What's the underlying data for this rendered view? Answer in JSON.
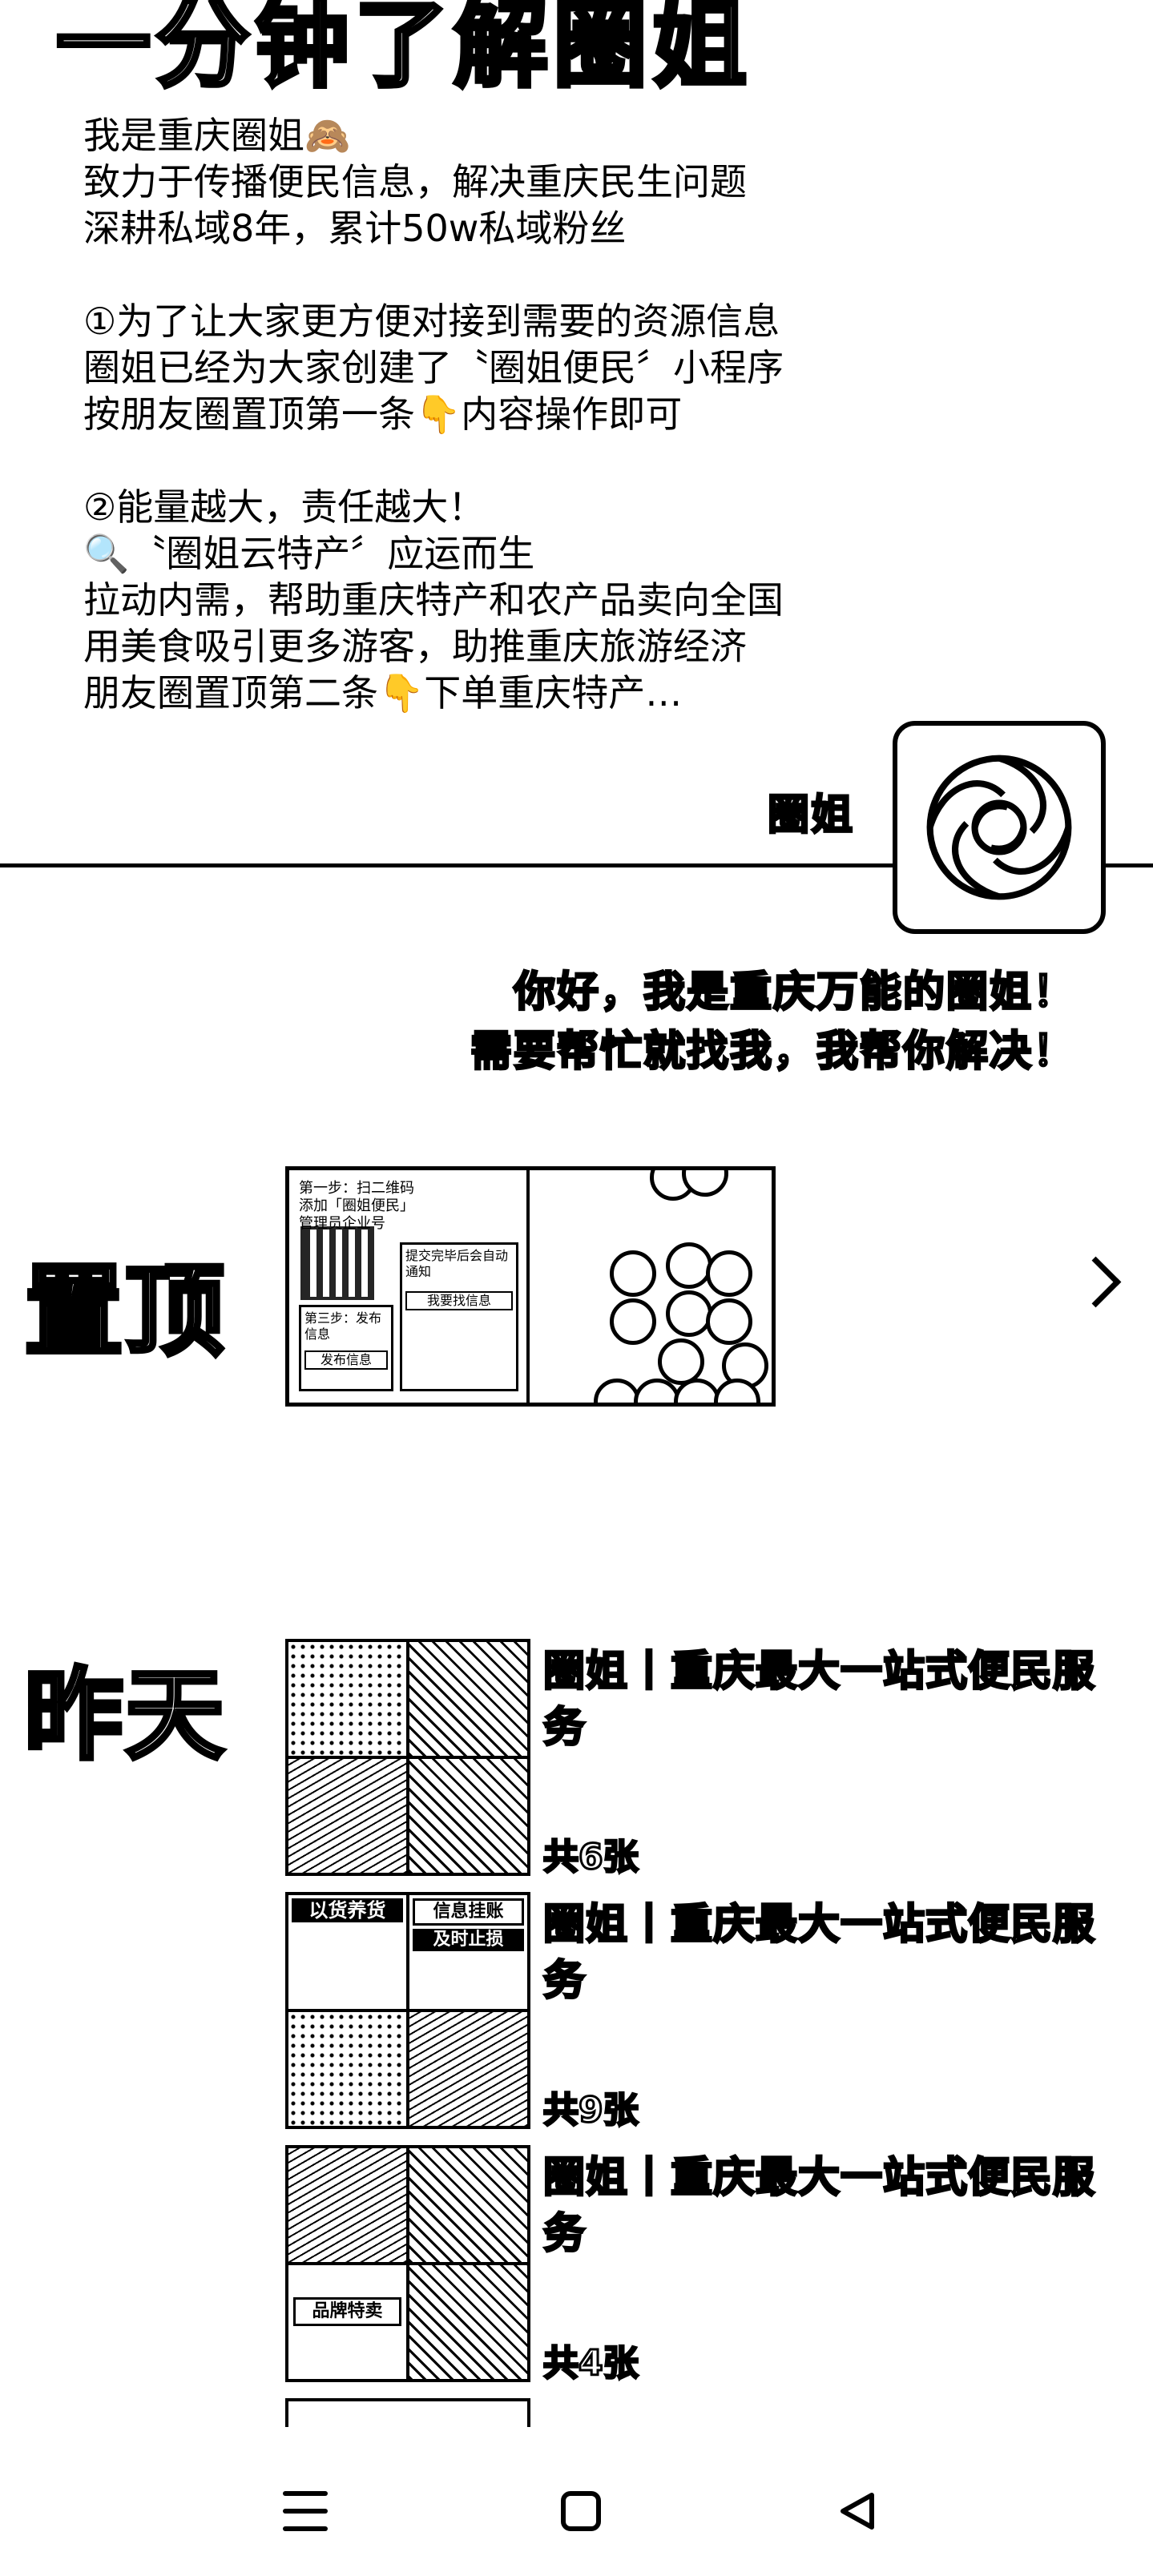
{
  "header": {
    "title": "一分钟了解圈姐"
  },
  "intro": {
    "lines": [
      "我是重庆圈姐🙈",
      "致力于传播便民信息，解决重庆民生问题",
      "深耕私域8年，累计50w私域粉丝",
      "",
      "①为了让大家更方便对接到需要的资源信息",
      "圈姐已经为大家创建了〝圈姐便民〞小程序",
      "按朋友圈置顶第一条👇内容操作即可",
      "",
      "②能量越大，责任越大！",
      "🔍〝圈姐云特产〞应运而生",
      "拉动内需，帮助重庆特产和农产品卖向全国",
      "用美食吸引更多游客，助推重庆旅游经济",
      "朋友圈置顶第二条👇下单重庆特产…"
    ]
  },
  "profile": {
    "name": "圈姐",
    "greeting_line1": "你好，我是重庆万能的圈姐！",
    "greeting_line2": "需要帮忙就找我，我帮你解决！"
  },
  "pinned": {
    "label": "置顶",
    "card_text": {
      "step1": "第一步：扫二维码",
      "step1b": "添加「圈姐便民」",
      "step1c": "管理员企业号",
      "step3": "第三步：发布信息",
      "btn1": "发布信息",
      "btn2": "我要找信息",
      "note": "提交完毕后会自动通知"
    }
  },
  "yesterday": {
    "label": "昨天",
    "posts": [
      {
        "title": "圈姐丨重庆最大一站式便民服务",
        "count": "共6张"
      },
      {
        "title": "圈姐丨重庆最大一站式便民服务",
        "count": "共9张"
      },
      {
        "title": "圈姐丨重庆最大一站式便民服务",
        "count": "共4张"
      }
    ],
    "thumb_texts": {
      "p2_a": "以货养货",
      "p2_b": "信息挂账",
      "p2_c": "及时止损",
      "p3_a": "品牌特卖"
    }
  },
  "nav": {
    "menu_icon": "menu-icon",
    "home_icon": "home-icon",
    "back_icon": "back-icon"
  }
}
